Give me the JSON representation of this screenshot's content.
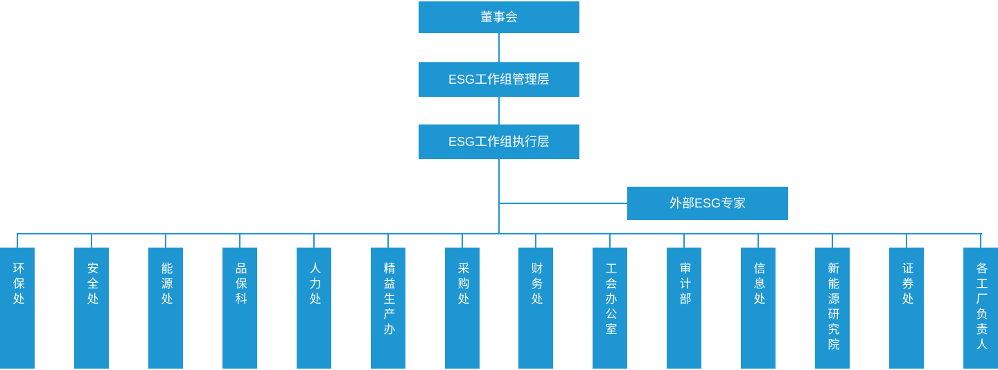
{
  "colors": {
    "node_fill": "#1e96d2",
    "connector": "#2196d6",
    "node_text": "#ffffff",
    "background": "#ffffff"
  },
  "org": {
    "root": {
      "label": "董事会"
    },
    "management": {
      "label": "ESG工作组管理层"
    },
    "execution": {
      "label": "ESG工作组执行层"
    },
    "external_advisor": {
      "label": "外部ESG专家"
    },
    "departments": [
      {
        "label": "环保处"
      },
      {
        "label": "安全处"
      },
      {
        "label": "能源处"
      },
      {
        "label": "品保科"
      },
      {
        "label": "人力处"
      },
      {
        "label": "精益生产办"
      },
      {
        "label": "采购处"
      },
      {
        "label": "财务处"
      },
      {
        "label": "工会办公室"
      },
      {
        "label": "审计部"
      },
      {
        "label": "信息处"
      },
      {
        "label": "新能源研究院"
      },
      {
        "label": "证券处"
      },
      {
        "label": "各工厂负责人"
      }
    ]
  }
}
